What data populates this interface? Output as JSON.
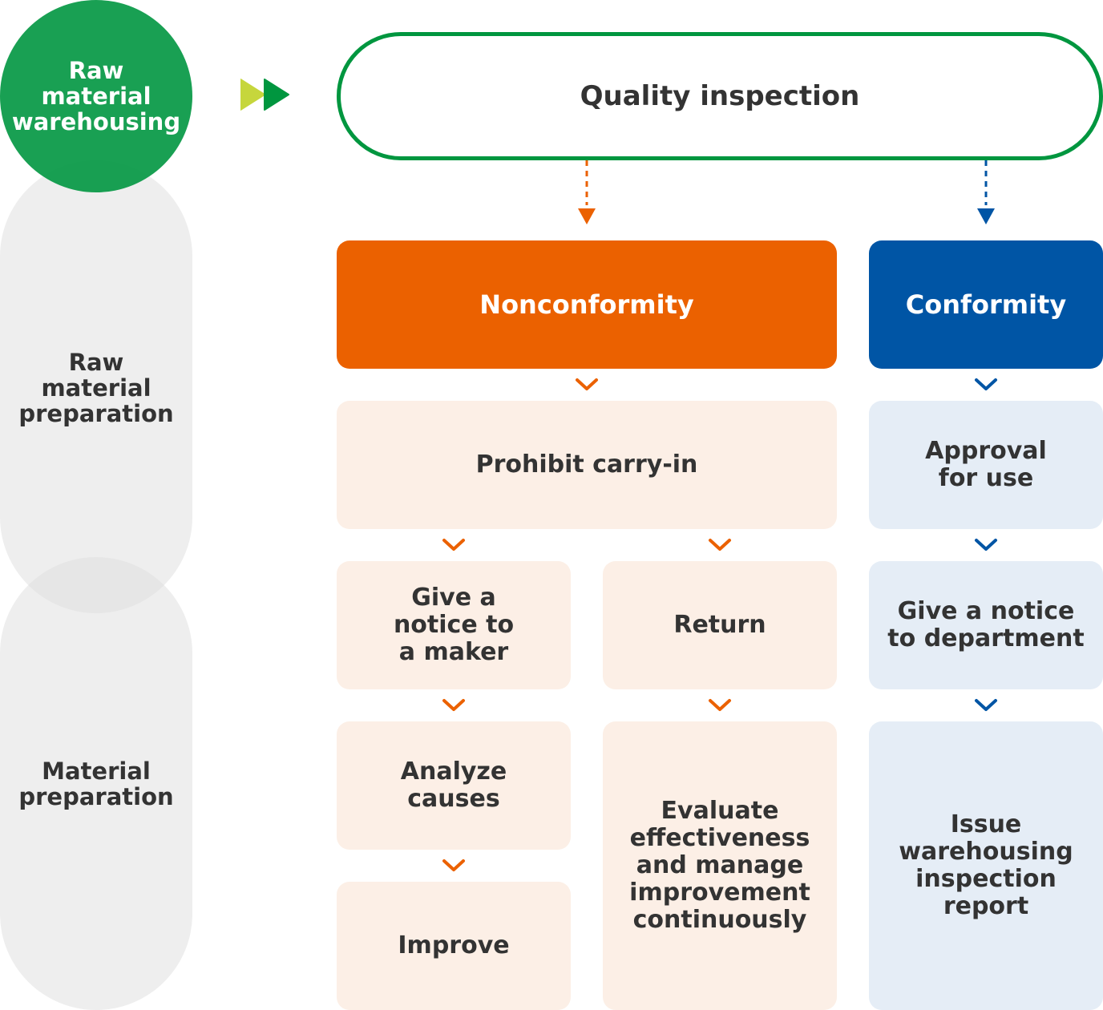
{
  "colors": {
    "green": "#00963f",
    "lime": "#c6d63c",
    "orange": "#eb6100",
    "blue": "#0055a5",
    "orange_light": "#fcefe6",
    "blue_light": "#e5edf6",
    "stage_grey": "#efefef",
    "text_dark": "#333333"
  },
  "stages": {
    "warehousing": "Raw\nmaterial\nwarehousing",
    "raw_material_preparation": "Raw\nmaterial\npreparation",
    "material_preparation": "Material\npreparation"
  },
  "flow": {
    "start_arrow_icon": "double-play-arrow",
    "quality_inspection": "Quality inspection",
    "nonconformity": {
      "header": "Nonconformity",
      "prohibit": "Prohibit carry-in",
      "left_branch": [
        "Give a\nnotice to\n a maker",
        "Analyze\n causes",
        "Improve"
      ],
      "right_branch": [
        "Return",
        "Evaluate\neffectiveness\nand manage\nimprovement\n continuously"
      ]
    },
    "conformity": {
      "header": "Conformity",
      "steps": [
        "Approval\n for use",
        "Give a notice\n to department",
        "Issue\nwarehousing\ninspection\n report"
      ]
    }
  }
}
